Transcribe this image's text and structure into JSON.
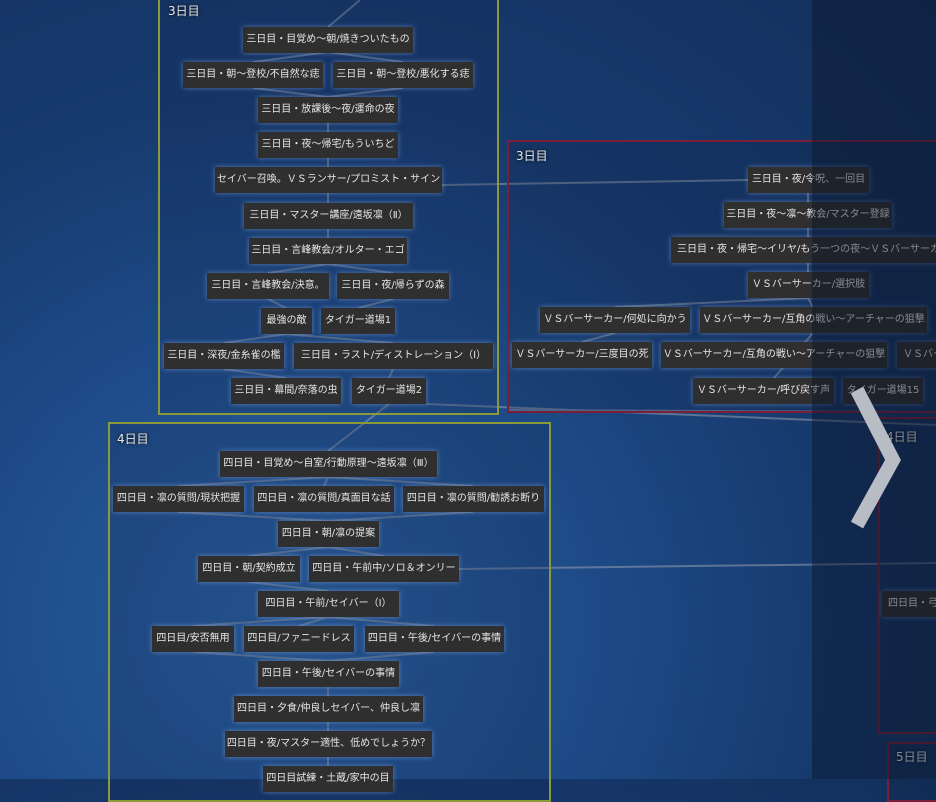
{
  "groups": {
    "day3a": "3日目",
    "day4a": "4日目",
    "day3b": "3日目",
    "day4b": "4日目",
    "day5b": "5日目"
  },
  "day3a": [
    "三日目・目覚め～朝/焼きついたもの",
    "三日目・朝～登校/不自然な痣",
    "三日目・朝～登校/悪化する痣",
    "三日目・放課後～夜/運命の夜",
    "三日目・夜～帰宅/もういちど",
    "セイバー召喚。ＶＳランサー/プロミスト・サイン",
    "三日目・マスター講座/遠坂凛（Ⅱ）",
    "三日目・言峰教会/オルター・エゴ",
    "三日目・言峰教会/決意。",
    "三日目・夜/帰らずの森",
    "最強の敵",
    "タイガー道場1",
    "三日目・深夜/金糸雀の檻",
    "三日目・ラスト/ディストレーション（Ⅰ）",
    "三日目・幕間/奈落の虫",
    "タイガー道場2"
  ],
  "day4a": [
    "四日目・目覚め～自室/行動原理～遠坂凛（Ⅲ）",
    "四日目・凛の質問/現状把握",
    "四日目・凛の質問/真面目な話",
    "四日目・凛の質問/勧誘お断り",
    "四日目・朝/凛の提案",
    "四日目・朝/契約成立",
    "四日目・午前中/ソロ＆オンリー",
    "四日目・午前/セイバー（Ⅰ）",
    "四日目/安否無用",
    "四日目/ファニードレス",
    "四日目・午後/セイバーの事情",
    "四日目・午後/セイバーの事情",
    "四日目・夕食/仲良しセイバー、仲良し凛",
    "四日目・夜/マスター適性、低めでしょうか？",
    "四日目試練・土蔵/家中の目"
  ],
  "day3b": [
    "三日目・夜/令呪、一回目",
    "三日目・夜～凛～教会/マスター登録",
    "三日目・夜・帰宅～イリヤ/もう一つの夜～ＶＳバーサーカー",
    "ＶＳバーサーカー/選択肢",
    "ＶＳバーサーカー/何処に向かう",
    "ＶＳバーサーカー/互角の戦い～アーチャーの狙撃",
    "ＶＳバーサーカー/三度目の死",
    "ＶＳバーサーカー/互角の戦い～アーチャーの狙撃",
    "ＶＳバーサーカー",
    "ＶＳバーサーカー/呼び戻す声",
    "タイガー道場15"
  ],
  "day4b": [
    "四日目・弓"
  ],
  "nav": {
    "next_icon": "chevron-right-icon"
  },
  "colors": {
    "route_a": "#8a9a3a",
    "route_b": "#7a1f3a",
    "node": "#2f2f2f"
  }
}
